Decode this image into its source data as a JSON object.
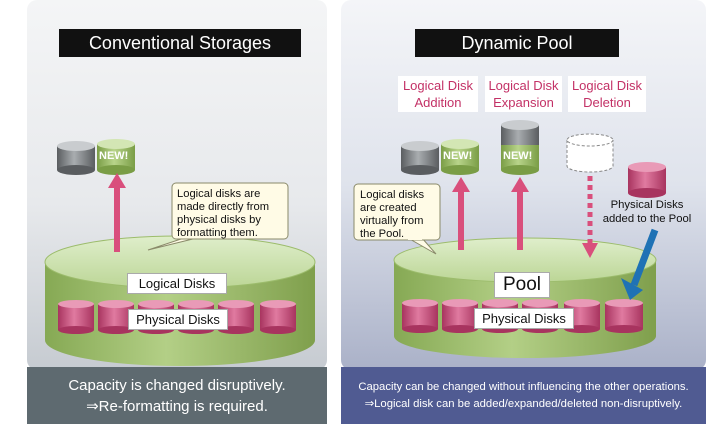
{
  "left": {
    "title": "Conventional Storages",
    "callout": "Logical disks are made directly from physical disks by formatting them.",
    "logical_label": "Logical Disks",
    "physical_label": "Physical Disks",
    "new_badge": "NEW!",
    "footer_line1": "Capacity is changed disruptively.",
    "footer_line2": "⇒Re-formatting is required."
  },
  "right": {
    "title": "Dynamic Pool",
    "ops": [
      {
        "line1": "Logical Disk",
        "line2": "Addition"
      },
      {
        "line1": "Logical Disk",
        "line2": "Expansion"
      },
      {
        "line1": "Logical Disk",
        "line2": "Deletion"
      }
    ],
    "callout": "Logical disks are created virtually from the Pool.",
    "pool_label": "Pool",
    "physical_label": "Physical Disks",
    "added_label": "Physical Disks added to the Pool",
    "new_badge": "NEW!",
    "footer_line1": "Capacity can be changed without influencing the other operations.",
    "footer_line2": "⇒Logical disk can be added/expanded/deleted non-disruptively."
  },
  "colors": {
    "title_bg": "#111111",
    "accent_pink": "#c33166",
    "arrow_pink": "#d94f7c",
    "arrow_blue": "#1f72b5",
    "pool_green": "#9ec06a",
    "disk_magenta": "#c24a78",
    "left_footer": "#5e6a70",
    "right_footer": "#505b92"
  }
}
